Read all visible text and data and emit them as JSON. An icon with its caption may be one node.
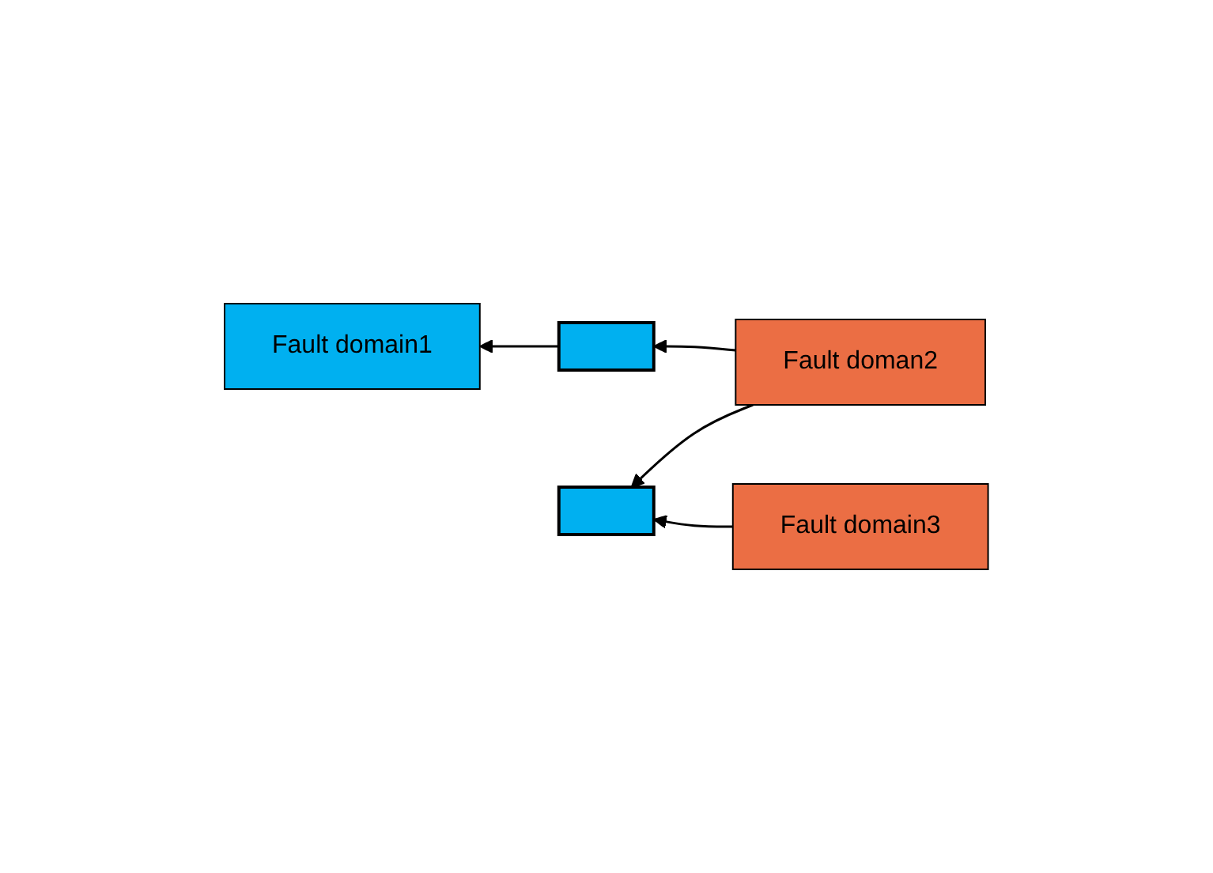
{
  "diagram": {
    "nodes": [
      {
        "text": [
          "Fault domain1"
        ]
      },
      {
        "text": [],
        "shape": "bar"
      },
      {
        "text": [
          "Fault doman2"
        ]
      },
      {
        "text": [],
        "shape": "bar"
      },
      {
        "text": [
          "Fault domain3"
        ]
      }
    ],
    "edges": [
      {
        "from": 2,
        "to": 1,
        "arrow": "to"
      },
      {
        "from": 1,
        "to": 0,
        "arrow": "to"
      },
      {
        "from": 2,
        "to": 3,
        "arrow": "to"
      },
      {
        "from": 4,
        "to": 3,
        "arrow": "to"
      }
    ]
  }
}
